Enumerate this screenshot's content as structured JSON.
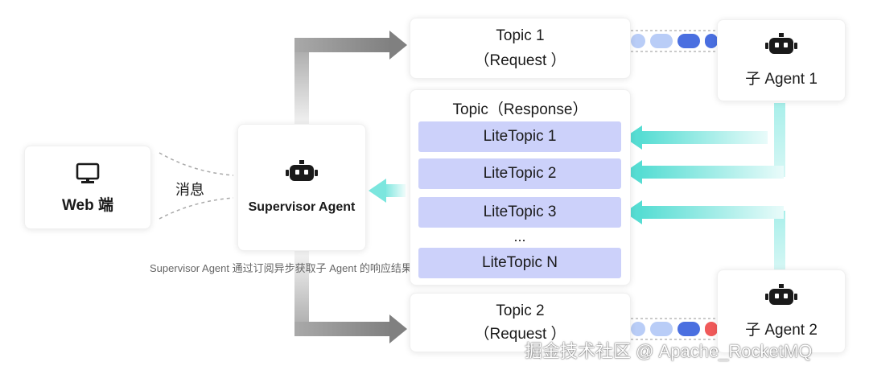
{
  "web": {
    "label": "Web 端"
  },
  "message_label": "消息",
  "supervisor": {
    "label": "Supervisor Agent"
  },
  "caption": "Supervisor Agent 通过订阅异步获取子 Agent 的响应结果",
  "topic1": {
    "title": "Topic 1",
    "sub": "（Request ）"
  },
  "topic2": {
    "title": "Topic 2",
    "sub": "（Request ）"
  },
  "response": {
    "title": "Topic（Response）",
    "items": [
      "LiteTopic 1",
      "LiteTopic 2",
      "LiteTopic 3"
    ],
    "ellipsis": "...",
    "last": "LiteTopic N"
  },
  "agent1": {
    "label": "子 Agent 1"
  },
  "agent2": {
    "label": "子 Agent 2"
  },
  "watermark": "掘金技术社区 @ Apache_RocketMQ",
  "colors": {
    "lite_bg": "#ccd1fa",
    "teal": "#5fe0d8",
    "queue_blue": "#4a6fe0",
    "queue_light": "#b9cdf7",
    "queue_red": "#f05a5a"
  }
}
